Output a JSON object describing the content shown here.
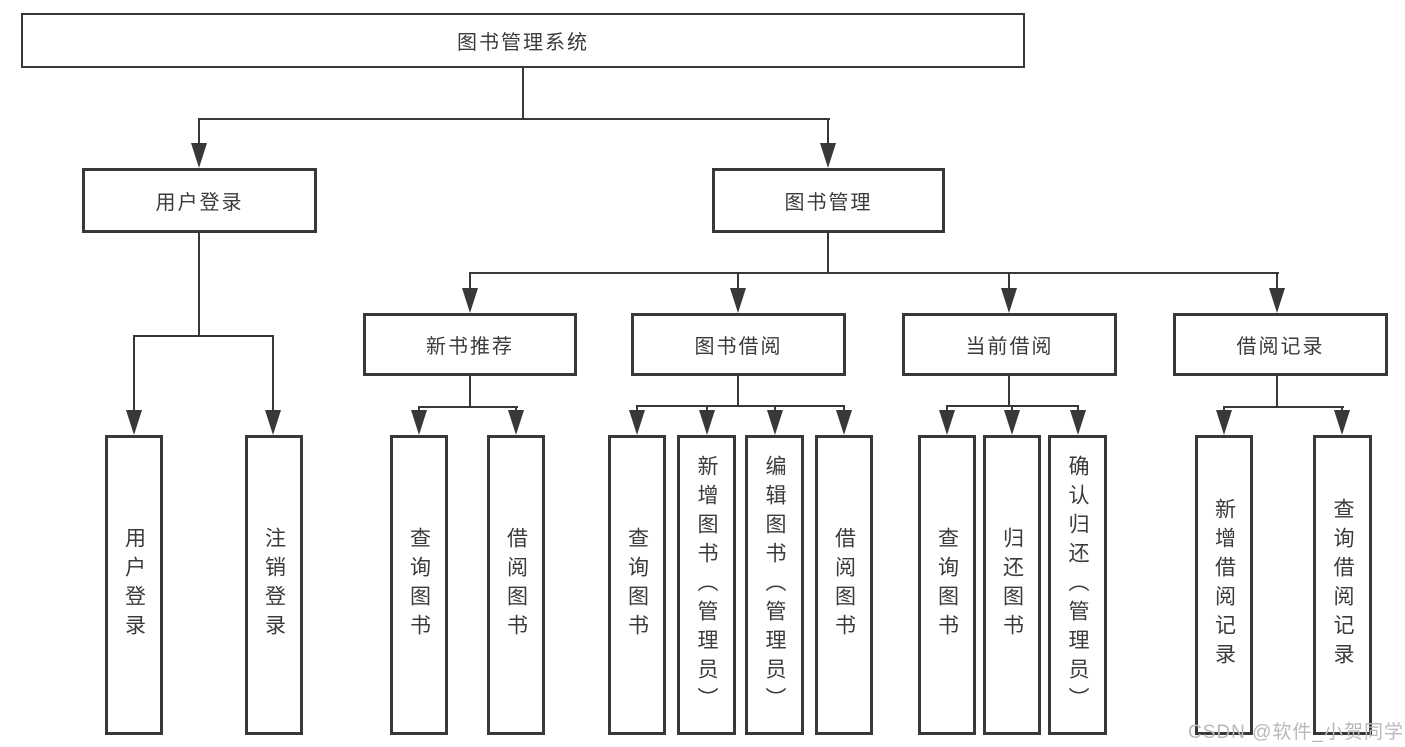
{
  "colors": {
    "line": "#383838",
    "box_border": "#383838",
    "text": "#3b3b3b",
    "background": "#ffffff",
    "watermark": "#b9b9b9"
  },
  "nodes": {
    "root": {
      "label": "图书管理系统"
    },
    "user_login": {
      "label": "用户登录",
      "children": [
        {
          "label": "用户登录"
        },
        {
          "label": "注销登录"
        }
      ]
    },
    "book_mgmt": {
      "label": "图书管理",
      "children": [
        {
          "label": "新书推荐",
          "children": [
            {
              "label": "查询图书"
            },
            {
              "label": "借阅图书"
            }
          ]
        },
        {
          "label": "图书借阅",
          "children": [
            {
              "label": "查询图书"
            },
            {
              "label": "新增图书（管理员）"
            },
            {
              "label": "编辑图书（管理员）"
            },
            {
              "label": "借阅图书"
            }
          ]
        },
        {
          "label": "当前借阅",
          "children": [
            {
              "label": "查询图书"
            },
            {
              "label": "归还图书"
            },
            {
              "label": "确认归还（管理员）"
            }
          ]
        },
        {
          "label": "借阅记录",
          "children": [
            {
              "label": "新增借阅记录"
            },
            {
              "label": "查询借阅记录"
            }
          ]
        }
      ]
    }
  },
  "watermark": {
    "text": "CSDN @软件_小贺同学"
  }
}
